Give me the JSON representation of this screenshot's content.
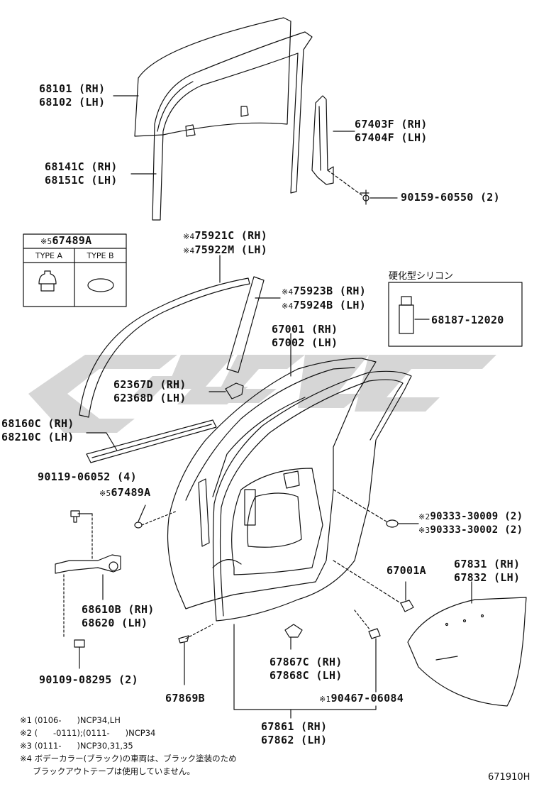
{
  "labels": {
    "glass": [
      "68101 (RH)",
      "68102 (LH)"
    ],
    "run_channel": [
      "68141C (RH)",
      "68151C (LH)"
    ],
    "rear_channel": [
      "67403F (RH)",
      "67404F (LH)"
    ],
    "bolt_screw": "90159-60550 (2)",
    "clip_67489a_box": "67489A",
    "type_a": "TYPE A",
    "type_b": "TYPE B",
    "belt_moulding": [
      "75921C (RH)",
      "75922M (LH)"
    ],
    "pillar_tape": [
      "75923B (RH)",
      "75924B (LH)"
    ],
    "silicone_title": "硬化型シリコン",
    "silicone_part": "68187-12020",
    "door_panel": [
      "67001 (RH)",
      "67002 (LH)"
    ],
    "plug": [
      "62367D (RH)",
      "62368D (LH)"
    ],
    "weatherstrip_belt": [
      "68160C (RH)",
      "68210C (LH)"
    ],
    "bolt_90119": "90119-06052 (4)",
    "clip_67489a": "67489A",
    "plug_90333_a": "90333-30009 (2)",
    "plug_90333_b": "90333-30002 (2)",
    "clip_67001a": "67001A",
    "service_hole_cover": [
      "67831 (RH)",
      "67832 (LH)"
    ],
    "check_assy": [
      "68610B (RH)",
      "68620 (LH)"
    ],
    "clip_67867": [
      "67867C (RH)",
      "67868C (LH)"
    ],
    "bolt_90109": "90109-08295 (2)",
    "clip_67869b": "67869B",
    "clip_90467": "90467-06084",
    "weatherstrip_door": [
      "67861 (RH)",
      "67862 (LH)"
    ]
  },
  "marks": {
    "m1": "※1",
    "m2": "※2",
    "m3": "※3",
    "m4": "※4",
    "m5": "※5"
  },
  "notes": [
    "※1 (0106-      )NCP34,LH",
    "※2 (      -0111);(0111-      )NCP34",
    "※3 (0111-      )NCP30,31,35",
    "※4 ボデーカラー(ブラック)の車両は、ブラック塗装のため",
    "     ブラックアウトテープは使用していません。"
  ],
  "diagram_code": "671910H"
}
